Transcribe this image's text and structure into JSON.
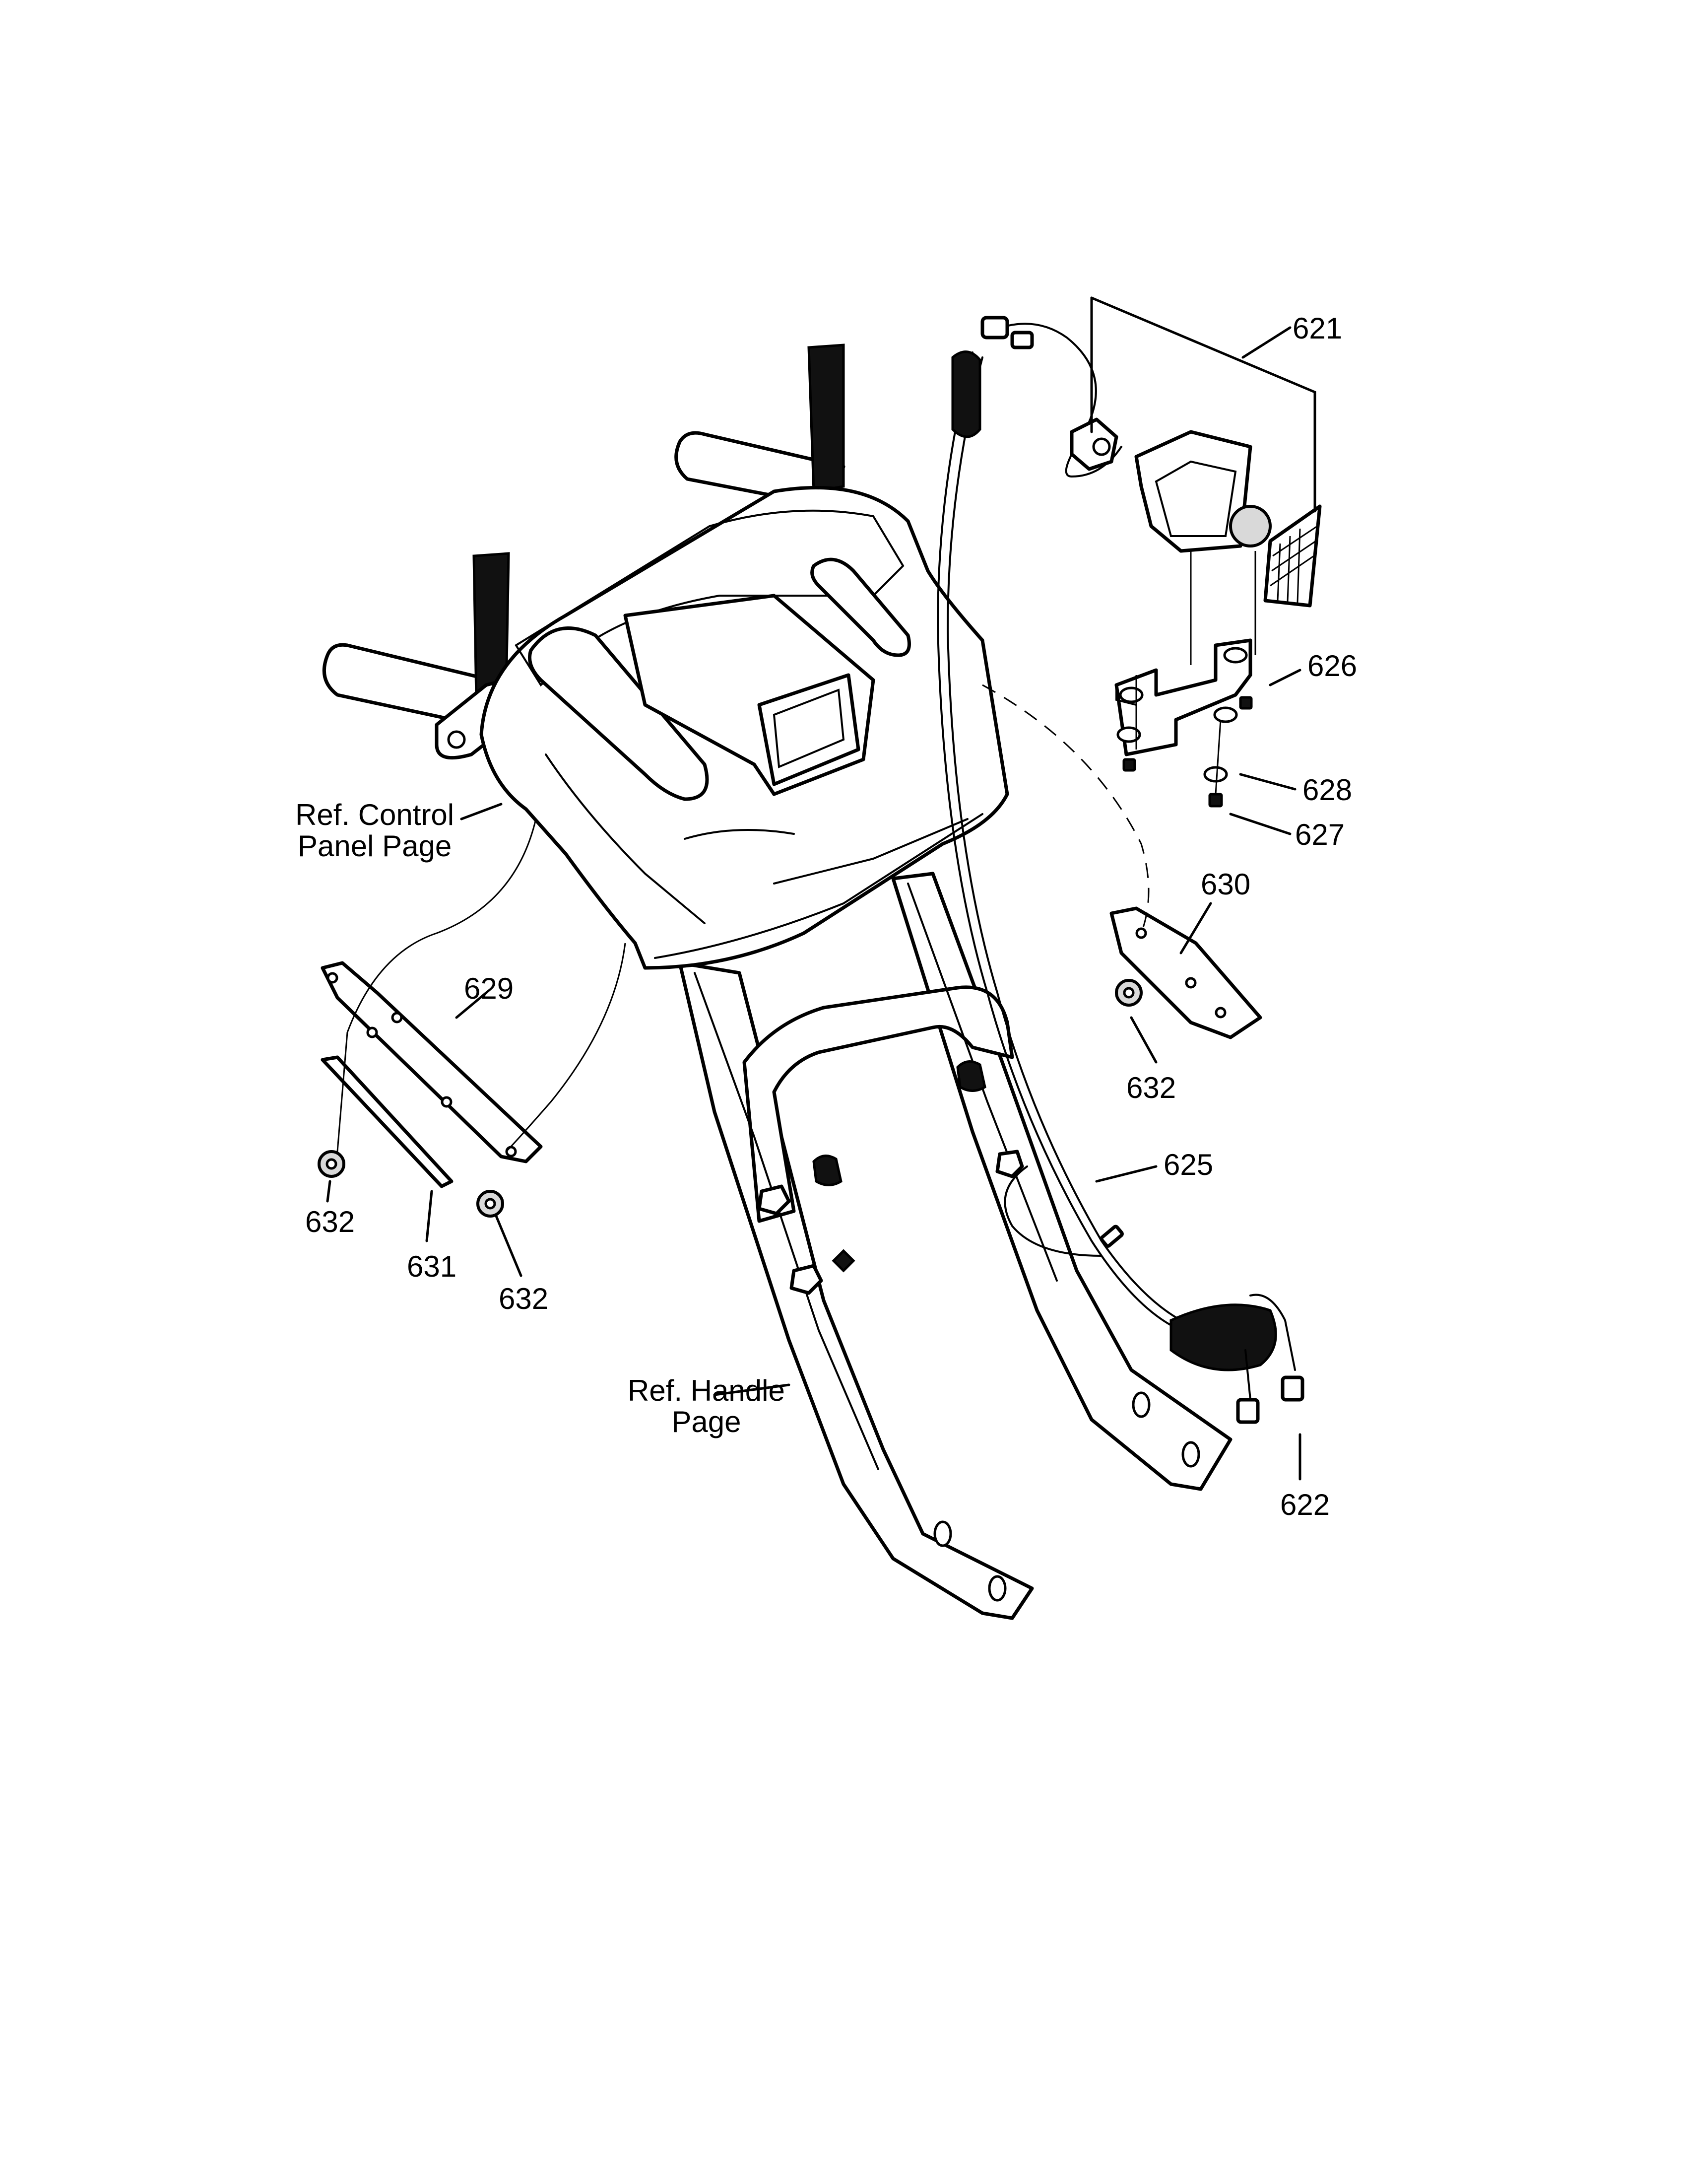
{
  "callouts": {
    "c621": "621",
    "c626": "626",
    "c628": "628",
    "c627": "627",
    "c630": "630",
    "c632_right": "632",
    "c625": "625",
    "c622": "622",
    "c629": "629",
    "c632_left": "632",
    "c631": "631",
    "c632_bottom": "632",
    "ref_control_line1": "Ref. Control",
    "ref_control_line2": "Panel Page",
    "ref_handle_line1": "Ref. Handle",
    "ref_handle_line2": "Page"
  }
}
